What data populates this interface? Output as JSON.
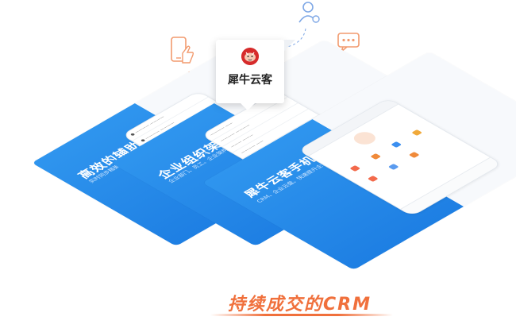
{
  "logo": {
    "name": "犀牛云客"
  },
  "panels": [
    {
      "title": "高效的辅助",
      "subtitle": "实时同步精确辅助工作"
    },
    {
      "title": "企业组织架构",
      "subtitle": "企业部门、员工、企业架构"
    },
    {
      "title": "犀牛云客手机企业应用服务",
      "subtitle": "CRM、企业云盘、快速提升企业的移动办公能力"
    }
  ],
  "slogan": "持续成交的CRM",
  "colors": {
    "primary_blue": "#1e7fe3",
    "accent_orange": "#f0703c",
    "icon_blue": "#7fa8e6",
    "icon_orange": "#f29a6e"
  },
  "icons": [
    "phone-touch-icon",
    "user-icon",
    "chat-bubble-icon",
    "rhino-logo-icon"
  ]
}
